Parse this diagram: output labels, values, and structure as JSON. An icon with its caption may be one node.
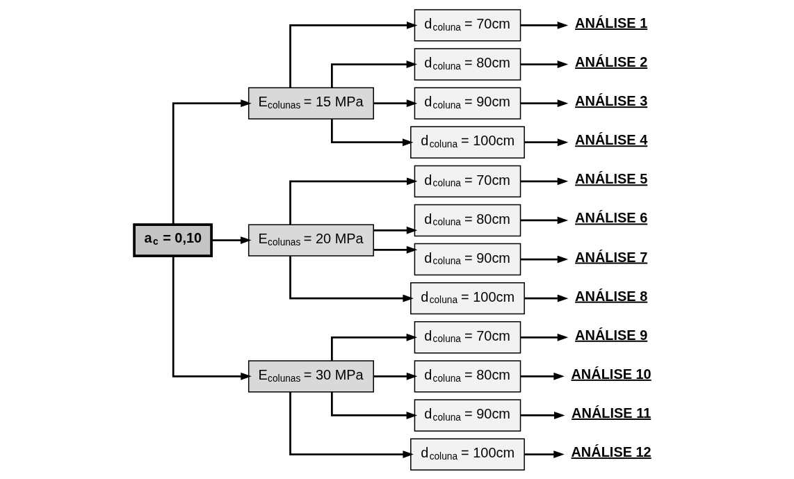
{
  "diagram": {
    "nodes": [
      {
        "text": [
          "a$_{c}$ = 0,10"
        ]
      },
      {
        "text": [
          "E$_{colunas}$ = 15 MPa"
        ]
      },
      {
        "text": [
          "E$_{colunas}$ = 20 MPa"
        ]
      },
      {
        "text": [
          "E$_{colunas}$ = 30 MPa"
        ]
      },
      {
        "text": [
          "d$_{coluna}$ = 70cm"
        ]
      },
      {
        "text": [
          "d$_{coluna}$ = 80cm"
        ]
      },
      {
        "text": [
          "d$_{coluna}$ = 90cm"
        ]
      },
      {
        "text": [
          "d$_{coluna}$ = 100cm"
        ]
      },
      {
        "text": [
          "d$_{coluna}$ = 70cm"
        ]
      },
      {
        "text": [
          "d$_{coluna}$ = 80cm"
        ]
      },
      {
        "text": [
          "d$_{coluna}$ = 90cm"
        ]
      },
      {
        "text": [
          "d$_{coluna}$ = 100cm"
        ]
      },
      {
        "text": [
          "d$_{coluna}$ = 70cm"
        ]
      },
      {
        "text": [
          "d$_{coluna}$ = 80cm"
        ]
      },
      {
        "text": [
          "d$_{coluna}$ = 90cm"
        ]
      },
      {
        "text": [
          "d$_{coluna}$ = 100cm"
        ]
      },
      {
        "text": [
          "ANÁLISE 1"
        ]
      },
      {
        "text": [
          "ANÁLISE 2"
        ]
      },
      {
        "text": [
          "ANÁLISE 3"
        ]
      },
      {
        "text": [
          "ANÁLISE 4"
        ]
      },
      {
        "text": [
          "ANÁLISE 5"
        ]
      },
      {
        "text": [
          "ANÁLISE 6"
        ]
      },
      {
        "text": [
          "ANÁLISE 7"
        ]
      },
      {
        "text": [
          "ANÁLISE 8"
        ]
      },
      {
        "text": [
          "ANÁLISE 9"
        ]
      },
      {
        "text": [
          "ANÁLISE 10"
        ]
      },
      {
        "text": [
          "ANÁLISE 11"
        ]
      },
      {
        "text": [
          "ANÁLISE 12"
        ]
      }
    ],
    "edges": [
      {
        "from": 0,
        "to": 1,
        "arrow": "to"
      },
      {
        "from": 0,
        "to": 2,
        "arrow": "to"
      },
      {
        "from": 0,
        "to": 3,
        "arrow": "to"
      },
      {
        "from": 1,
        "to": 4,
        "arrow": "to"
      },
      {
        "from": 1,
        "to": 5,
        "arrow": "to"
      },
      {
        "from": 1,
        "to": 6,
        "arrow": "to"
      },
      {
        "from": 1,
        "to": 7,
        "arrow": "to"
      },
      {
        "from": 2,
        "to": 8,
        "arrow": "to"
      },
      {
        "from": 2,
        "to": 9,
        "arrow": "to"
      },
      {
        "from": 2,
        "to": 10,
        "arrow": "to"
      },
      {
        "from": 2,
        "to": 11,
        "arrow": "to"
      },
      {
        "from": 3,
        "to": 12,
        "arrow": "to"
      },
      {
        "from": 3,
        "to": 13,
        "arrow": "to"
      },
      {
        "from": 3,
        "to": 14,
        "arrow": "to"
      },
      {
        "from": 3,
        "to": 15,
        "arrow": "to"
      },
      {
        "from": 4,
        "to": 16,
        "arrow": "to"
      },
      {
        "from": 5,
        "to": 17,
        "arrow": "to"
      },
      {
        "from": 6,
        "to": 18,
        "arrow": "to"
      },
      {
        "from": 7,
        "to": 19,
        "arrow": "to"
      },
      {
        "from": 8,
        "to": 20,
        "arrow": "to"
      },
      {
        "from": 9,
        "to": 21,
        "arrow": "to"
      },
      {
        "from": 10,
        "to": 22,
        "arrow": "to"
      },
      {
        "from": 11,
        "to": 23,
        "arrow": "to"
      },
      {
        "from": 12,
        "to": 24,
        "arrow": "to"
      },
      {
        "from": 13,
        "to": 25,
        "arrow": "to"
      },
      {
        "from": 14,
        "to": 26,
        "arrow": "to"
      },
      {
        "from": 15,
        "to": 27,
        "arrow": "to"
      }
    ]
  }
}
